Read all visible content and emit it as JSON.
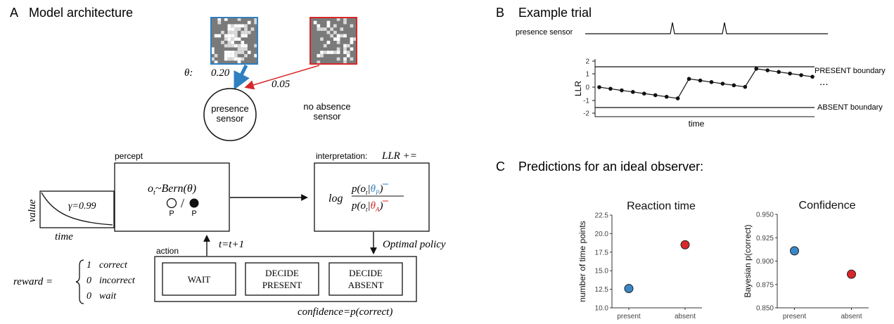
{
  "colors": {
    "blue": "#2f7fc1",
    "red": "#d62728",
    "present_dot": "#3a86c8",
    "absent_dot": "#d8262b",
    "pixel_bg": "#7a7a7a"
  },
  "panelA": {
    "letter": "A",
    "title": "Model architecture",
    "theta_label": "θ:",
    "weight_present": "0.20",
    "weight_absent": "0.05",
    "presence_sensor": [
      "presence",
      "sensor"
    ],
    "no_absence_sensor": [
      "no absence",
      "sensor"
    ],
    "percept_label": "percept",
    "percept_formula": {
      "o": "o",
      "t": "t",
      "rest": "~Bern(θ)"
    },
    "p_labels": [
      "P",
      "P"
    ],
    "interpretation_label": "interpretation:",
    "interpretation_update": "LLR +=",
    "log": "log",
    "numerator": {
      "pre": "p(o",
      "t": "t",
      "bar": "|",
      "theta": "θ",
      "sub": "P",
      "close": ")"
    },
    "denominator": {
      "pre": "p(o",
      "t": "t",
      "bar": "|",
      "theta": "θ",
      "sub": "A",
      "close": ")"
    },
    "gamma": "γ=0.99",
    "value_axis": "value",
    "time_axis": "time",
    "loop_label": "t=t+1",
    "optimal_policy": "Optimal policy",
    "action_label": "action",
    "actions": [
      "WAIT",
      "DECIDE",
      "PRESENT",
      "DECIDE",
      "ABSENT"
    ],
    "confidence": "confidence=p(correct)",
    "reward_lhs": "reward =",
    "reward_cases": [
      {
        "value": "1",
        "label": "correct"
      },
      {
        "value": "0",
        "label": "incorrect"
      },
      {
        "value": "0",
        "label": "wait"
      }
    ]
  },
  "panelB": {
    "letter": "B",
    "title": "Example trial",
    "sensor_label": "presence sensor",
    "ylabel": "LLR",
    "xlabel": "time",
    "yticks": [
      "2",
      "1",
      "0",
      "-1",
      "-2"
    ],
    "present_boundary": "PRESENT boundary",
    "absent_boundary": "ABSENT boundary",
    "ellipsis": "..."
  },
  "panelC": {
    "letter": "C",
    "title": "Predictions for an ideal observer:"
  },
  "chart_data": [
    {
      "type": "scatter",
      "title": "Reaction time",
      "ylabel": "number of time points",
      "categories": [
        "present",
        "absent"
      ],
      "values": [
        12.6,
        18.5
      ],
      "ylim": [
        10.0,
        22.5
      ],
      "yticks": [
        "22.5",
        "20.0",
        "17.5",
        "15.0",
        "12.5",
        "10.0"
      ],
      "grid": false
    },
    {
      "type": "scatter",
      "title": "Confidence",
      "ylabel": "Bayesian p(correct)",
      "categories": [
        "present",
        "absent"
      ],
      "values": [
        0.911,
        0.886
      ],
      "ylim": [
        0.85,
        0.95
      ],
      "yticks": [
        "0.950",
        "0.925",
        "0.900",
        "0.875",
        "0.850"
      ],
      "grid": false
    }
  ]
}
